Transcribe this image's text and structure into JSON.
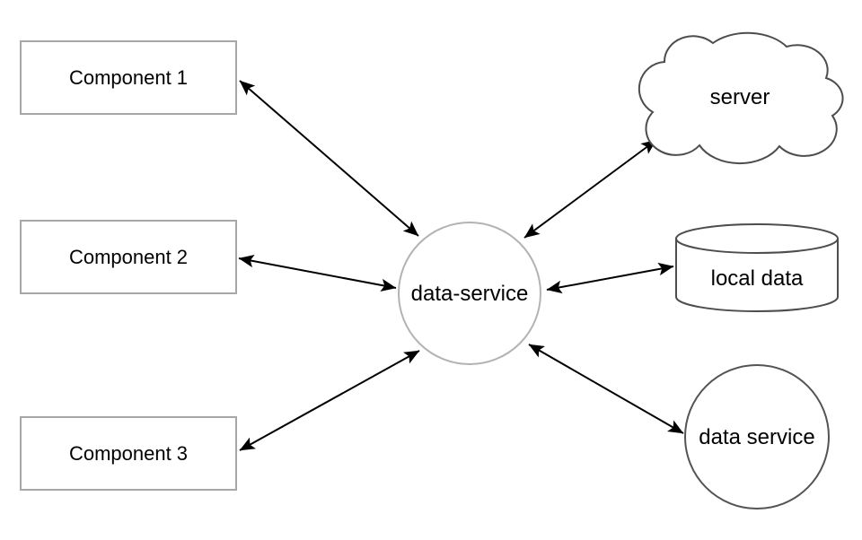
{
  "canvas": {
    "background": "#ffffff"
  },
  "nodes": {
    "component1": {
      "label": "Component 1",
      "shape": "rectangle"
    },
    "component2": {
      "label": "Component 2",
      "shape": "rectangle"
    },
    "component3": {
      "label": "Component 3",
      "shape": "rectangle"
    },
    "hub": {
      "label": "data-service",
      "shape": "circle"
    },
    "server": {
      "label": "server",
      "shape": "cloud"
    },
    "localData": {
      "label": "local data",
      "shape": "cylinder"
    },
    "dataService": {
      "label": "data service",
      "shape": "circle"
    }
  },
  "edges": [
    {
      "from": "Component 1",
      "to": "data-service",
      "style": "double-arrow"
    },
    {
      "from": "Component 2",
      "to": "data-service",
      "style": "double-arrow"
    },
    {
      "from": "Component 3",
      "to": "data-service",
      "style": "double-arrow"
    },
    {
      "from": "data-service",
      "to": "server",
      "style": "double-arrow"
    },
    {
      "from": "data-service",
      "to": "local data",
      "style": "double-arrow"
    },
    {
      "from": "data-service",
      "to": "data service",
      "style": "double-arrow"
    }
  ],
  "colors": {
    "background": "#ffffff",
    "box_border": "#a6a6a6",
    "hub_border": "#b3b3b3",
    "cloud_border": "#4d4d4d",
    "cylinder_border": "#4d4d4d",
    "circle_border": "#545454",
    "arrow": "#000000",
    "text": "#000000"
  }
}
